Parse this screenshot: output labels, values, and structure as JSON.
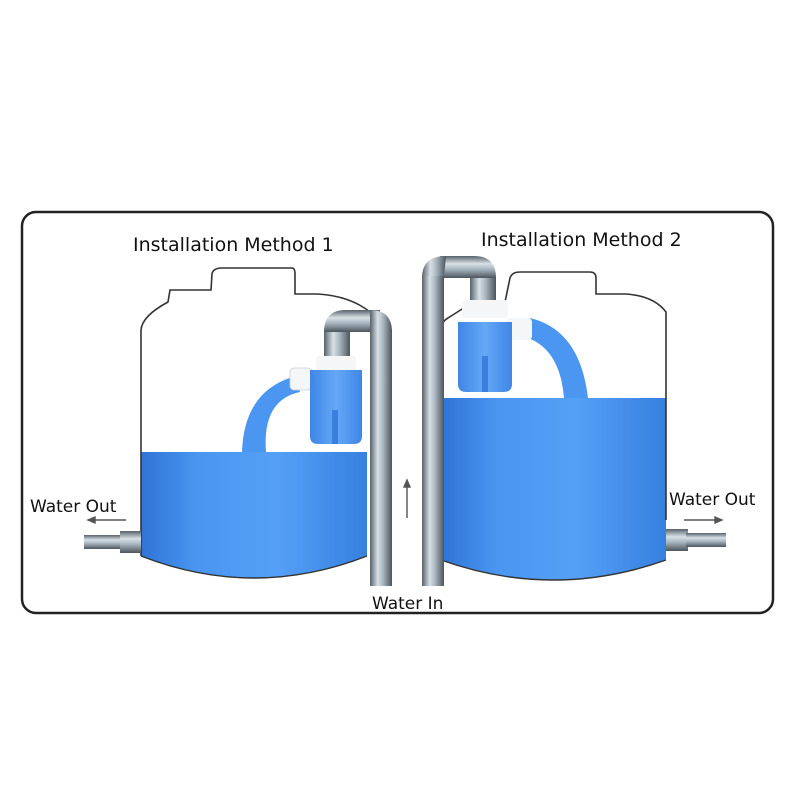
{
  "diagram": {
    "frame": {
      "border_color": "#222222",
      "background": "#ffffff"
    },
    "colors": {
      "water": "#4a96f0",
      "water_dark": "#2f74d6",
      "float_valve": "#5a9cf2",
      "valve_cap": "#f4f6f8",
      "pipe": "#9aa7b0",
      "tank_outline": "#333333"
    },
    "methods": [
      {
        "title": "Installation Method 1",
        "outlet_label": "Water Out",
        "outlet_direction": "left",
        "water_level": "low",
        "valve_position": "side-mounted, fed from external vertical pipe"
      },
      {
        "title": "Installation Method 2",
        "outlet_label": "Water Out",
        "outlet_direction": "right",
        "water_level": "high",
        "valve_position": "top-mounted, fed through tank roof"
      }
    ],
    "inlet_label": "Water In",
    "inlet_direction": "up"
  }
}
